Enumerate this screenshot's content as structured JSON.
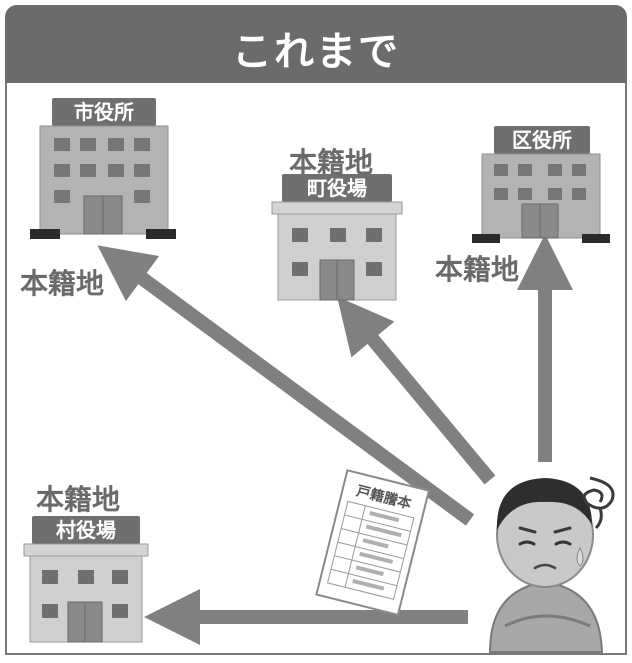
{
  "header": {
    "title": "これまで"
  },
  "buildings": {
    "city_hall": {
      "sign": "市役所",
      "note": "本籍地"
    },
    "town_hall": {
      "sign": "町役場",
      "note": "本籍地"
    },
    "ward_office": {
      "sign": "区役所",
      "note": "本籍地"
    },
    "village_hall": {
      "sign": "村役場",
      "note": "本籍地"
    }
  },
  "document": {
    "title": "戸籍謄本"
  },
  "colors": {
    "header": "#6b6b6b",
    "arrow": "#808080",
    "building_body": "#b3b3b3",
    "sign": "#6f6f6f"
  },
  "icons": {
    "person": "worried-person-icon",
    "document": "document-icon",
    "confusion": "swirl-icon"
  }
}
